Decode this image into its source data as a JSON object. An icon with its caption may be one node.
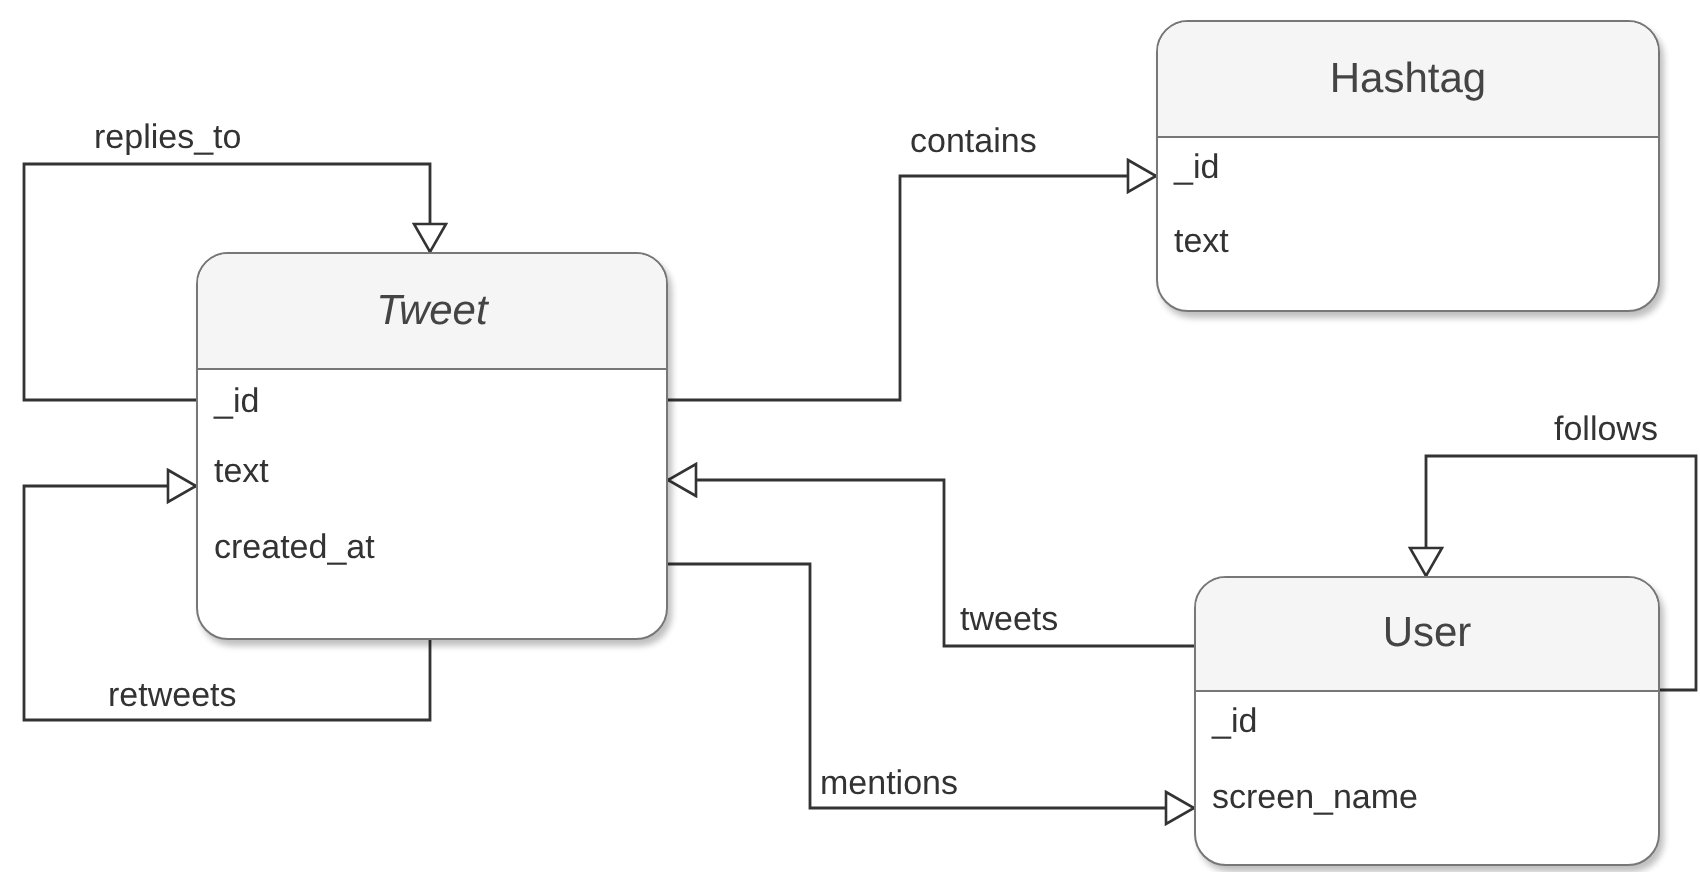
{
  "diagram": {
    "nodes": [
      {
        "text": [
          "Tweet",
          "_id",
          "text",
          "created_at"
        ]
      },
      {
        "text": [
          "Hashtag",
          "_id",
          "text"
        ]
      },
      {
        "text": [
          "User",
          "_id",
          "screen_name"
        ]
      }
    ],
    "edges": [
      {
        "from": 0,
        "to": 0,
        "label": "replies_to",
        "arrow": "to"
      },
      {
        "from": 0,
        "to": 0,
        "label": "retweets",
        "arrow": "to"
      },
      {
        "from": 0,
        "to": 1,
        "label": "contains",
        "arrow": "to"
      },
      {
        "from": 2,
        "to": 0,
        "label": "tweets",
        "arrow": "to"
      },
      {
        "from": 0,
        "to": 2,
        "label": "mentions",
        "arrow": "to"
      },
      {
        "from": 2,
        "to": 2,
        "label": "follows",
        "arrow": "to"
      }
    ]
  }
}
